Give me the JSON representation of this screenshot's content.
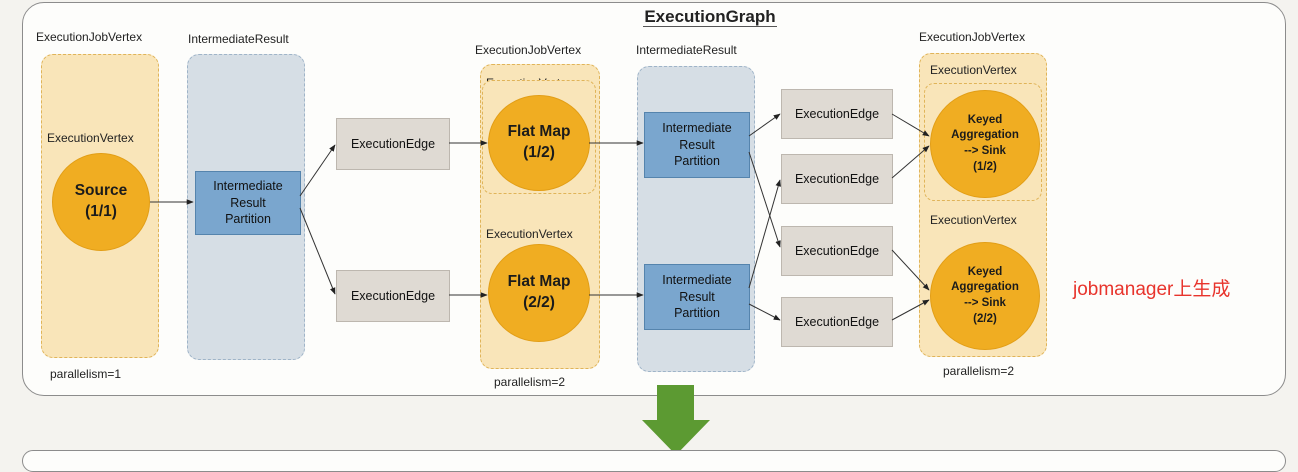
{
  "title": "ExecutionGraph",
  "note": "jobmanager上生成",
  "columns": {
    "source_job_label": "ExecutionJobVertex",
    "result1_label": "IntermediateResult",
    "flatmap_job_label": "ExecutionJobVertex",
    "result2_label": "IntermediateResult",
    "agg_job_label": "ExecutionJobVertex"
  },
  "vertex_labels": {
    "source": "ExecutionVertex",
    "flatmap1": "ExecutionVertex",
    "flatmap2": "ExecutionVertex",
    "agg1": "ExecutionVertex",
    "agg2": "ExecutionVertex"
  },
  "nodes": {
    "source": "Source\n(1/1)",
    "flatmap1": "Flat Map\n(1/2)",
    "flatmap2": "Flat Map\n(2/2)",
    "agg1": "Keyed\nAggregation\n--> Sink\n(1/2)",
    "agg2": "Keyed\nAggregation\n--> Sink\n(2/2)"
  },
  "partitions": {
    "p1": "Intermediate\nResult\nPartition",
    "p2": "Intermediate\nResult\nPartition",
    "p3": "Intermediate\nResult\nPartition"
  },
  "edges": {
    "e1": "ExecutionEdge",
    "e2": "ExecutionEdge",
    "e3": "ExecutionEdge",
    "e4": "ExecutionEdge",
    "e5": "ExecutionEdge",
    "e6": "ExecutionEdge"
  },
  "parallelism": {
    "source": "parallelism=1",
    "flatmap": "parallelism=2",
    "agg": "parallelism=2"
  },
  "colors": {
    "job_vertex_fill": "#f9e5b9",
    "result_fill": "#d6dee5",
    "task_circle": "#f0ad22",
    "partition_fill": "#7aa6ce",
    "edge_fill": "#dfdad3",
    "arrow_down": "#5c9a32",
    "note_text": "#e8342c"
  }
}
